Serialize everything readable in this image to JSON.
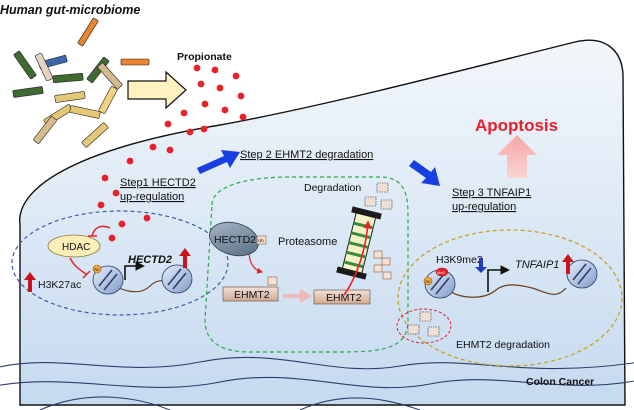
{
  "header": {
    "title": "Human gut-microbiome"
  },
  "metabolite": {
    "label": "Propionate"
  },
  "outcome": {
    "label": "Apoptosis",
    "color": "#e8202a"
  },
  "steps": {
    "step1": {
      "line1": "Step1 HECTD2",
      "line2": "up-regulation"
    },
    "step2": {
      "line1": "Step 2 EHMT2 degradation"
    },
    "step3": {
      "line1": "Step 3  TNFAIP1",
      "line2": "up-regulation"
    }
  },
  "panel1": {
    "hdac": "HDAC",
    "gene": "HECTD2",
    "mark": "H3K27ac",
    "ac_tag": "Ac"
  },
  "panel2": {
    "enzyme": "HECTD2",
    "complex": "Proteasome",
    "process": "Degradation",
    "substrate_left": "EHMT2",
    "substrate_right": "EHMT2",
    "ub_tag": "Ub"
  },
  "panel3": {
    "mark": "H3K9me2",
    "gene": "TNFAIP1",
    "caption": "EHMT2 degradation",
    "ac_tag": "Ac",
    "me_tag": "Me2"
  },
  "tissue": {
    "label": "Colon Cancer"
  },
  "colors": {
    "up_arrow": "#c8151d",
    "down_arrow": "#1f3fbf",
    "step_arrow": "#1a3fe0",
    "dots": "#e8202a",
    "panel1_border": "#3a5fa8",
    "panel2_border": "#2aa84a",
    "panel3_border": "#c8a020"
  }
}
